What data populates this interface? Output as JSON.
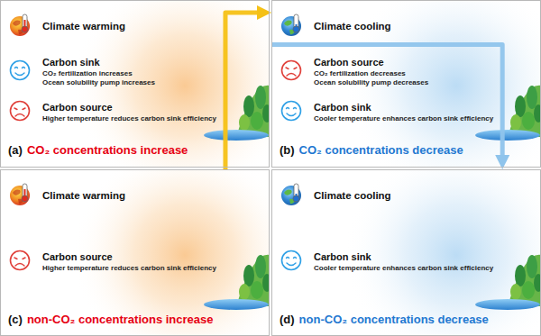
{
  "diagram": {
    "nodes": [
      {
        "text": [
          "Climate warming",
          "Carbon sink",
          "CO₂ fertilization increases",
          "Ocean solubility pump increases",
          "Carbon source",
          "Higher temperature reduces carbon sink efficiency",
          "(a)",
          "CO₂ concentrations increase"
        ]
      },
      {
        "text": [
          "Climate cooling",
          "Carbon source",
          "CO₂ fertilization decreases",
          "Ocean solubility pump decreases",
          "Carbon sink",
          "Cooler temperature enhances carbon sink efficiency",
          "(b)",
          "CO₂ concentrations decrease"
        ]
      },
      {
        "text": [
          "Climate warming",
          "Carbon source",
          "Higher temperature reduces carbon sink efficiency",
          "(c)",
          "non-CO₂ concentrations increase"
        ]
      },
      {
        "text": [
          "Climate cooling",
          "Carbon sink",
          "Cooler temperature enhances carbon sink efficiency",
          "(d)",
          "non-CO₂ concentrations decrease"
        ]
      }
    ],
    "edges": [
      {
        "from": 2,
        "to": 1,
        "arrow": "to"
      },
      {
        "from": 1,
        "to": 3,
        "arrow": "to"
      }
    ]
  }
}
